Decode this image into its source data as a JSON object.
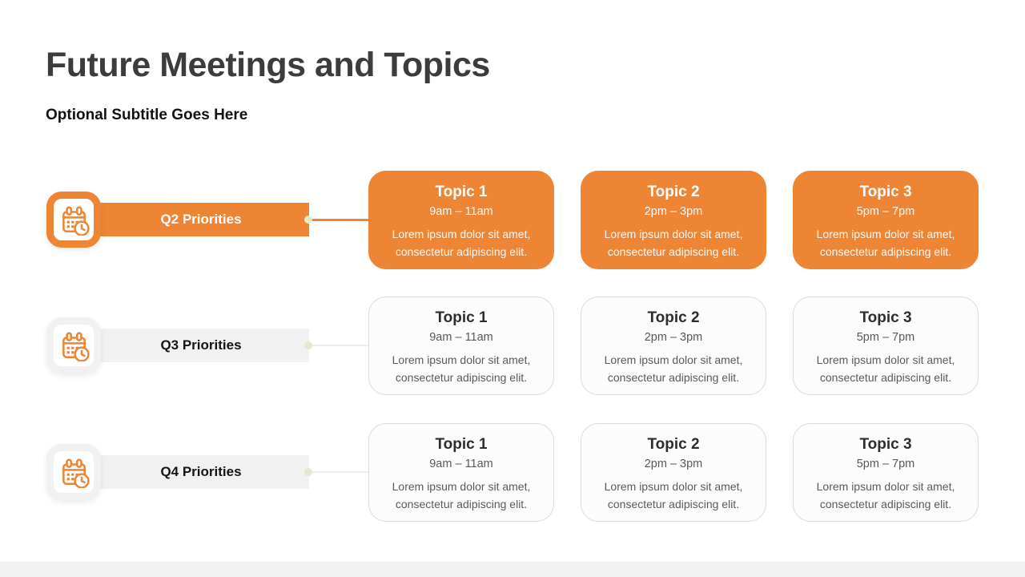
{
  "slide": {
    "title": "Future Meetings and Topics",
    "subtitle": "Optional Subtitle Goes Here"
  },
  "colors": {
    "accent_orange": "#ED8534",
    "bar_gray": "#F1F1F1",
    "card_background": "#FCFCFC",
    "card_border": "#DBDBDB",
    "connector_dot": "#E7E7CB",
    "connector_line_gray": "#ECECEC",
    "title_text": "#3C3C3C",
    "footer_strip": "#F1F1F1"
  },
  "rows": [
    {
      "label": "Q2 Priorities",
      "highlighted": true,
      "icon": "calendar-clock-icon",
      "topics": [
        {
          "title": "Topic 1",
          "time": "9am – 11am",
          "description": "Lorem ipsum dolor sit amet, consectetur adipiscing elit."
        },
        {
          "title": "Topic 2",
          "time": "2pm – 3pm",
          "description": "Lorem ipsum dolor sit amet, consectetur adipiscing elit."
        },
        {
          "title": "Topic 3",
          "time": "5pm – 7pm",
          "description": "Lorem ipsum dolor sit amet, consectetur adipiscing elit."
        }
      ]
    },
    {
      "label": "Q3 Priorities",
      "highlighted": false,
      "icon": "calendar-clock-icon",
      "topics": [
        {
          "title": "Topic 1",
          "time": "9am – 11am",
          "description": "Lorem ipsum dolor sit amet, consectetur adipiscing elit."
        },
        {
          "title": "Topic 2",
          "time": "2pm – 3pm",
          "description": "Lorem ipsum dolor sit amet, consectetur adipiscing elit."
        },
        {
          "title": "Topic 3",
          "time": "5pm – 7pm",
          "description": "Lorem ipsum dolor sit amet, consectetur adipiscing elit."
        }
      ]
    },
    {
      "label": "Q4 Priorities",
      "highlighted": false,
      "icon": "calendar-clock-icon",
      "topics": [
        {
          "title": "Topic 1",
          "time": "9am – 11am",
          "description": "Lorem ipsum dolor sit amet, consectetur adipiscing elit."
        },
        {
          "title": "Topic 2",
          "time": "2pm – 3pm",
          "description": "Lorem ipsum dolor sit amet, consectetur adipiscing elit."
        },
        {
          "title": "Topic 3",
          "time": "5pm – 7pm",
          "description": "Lorem ipsum dolor sit amet, consectetur adipiscing elit."
        }
      ]
    }
  ]
}
